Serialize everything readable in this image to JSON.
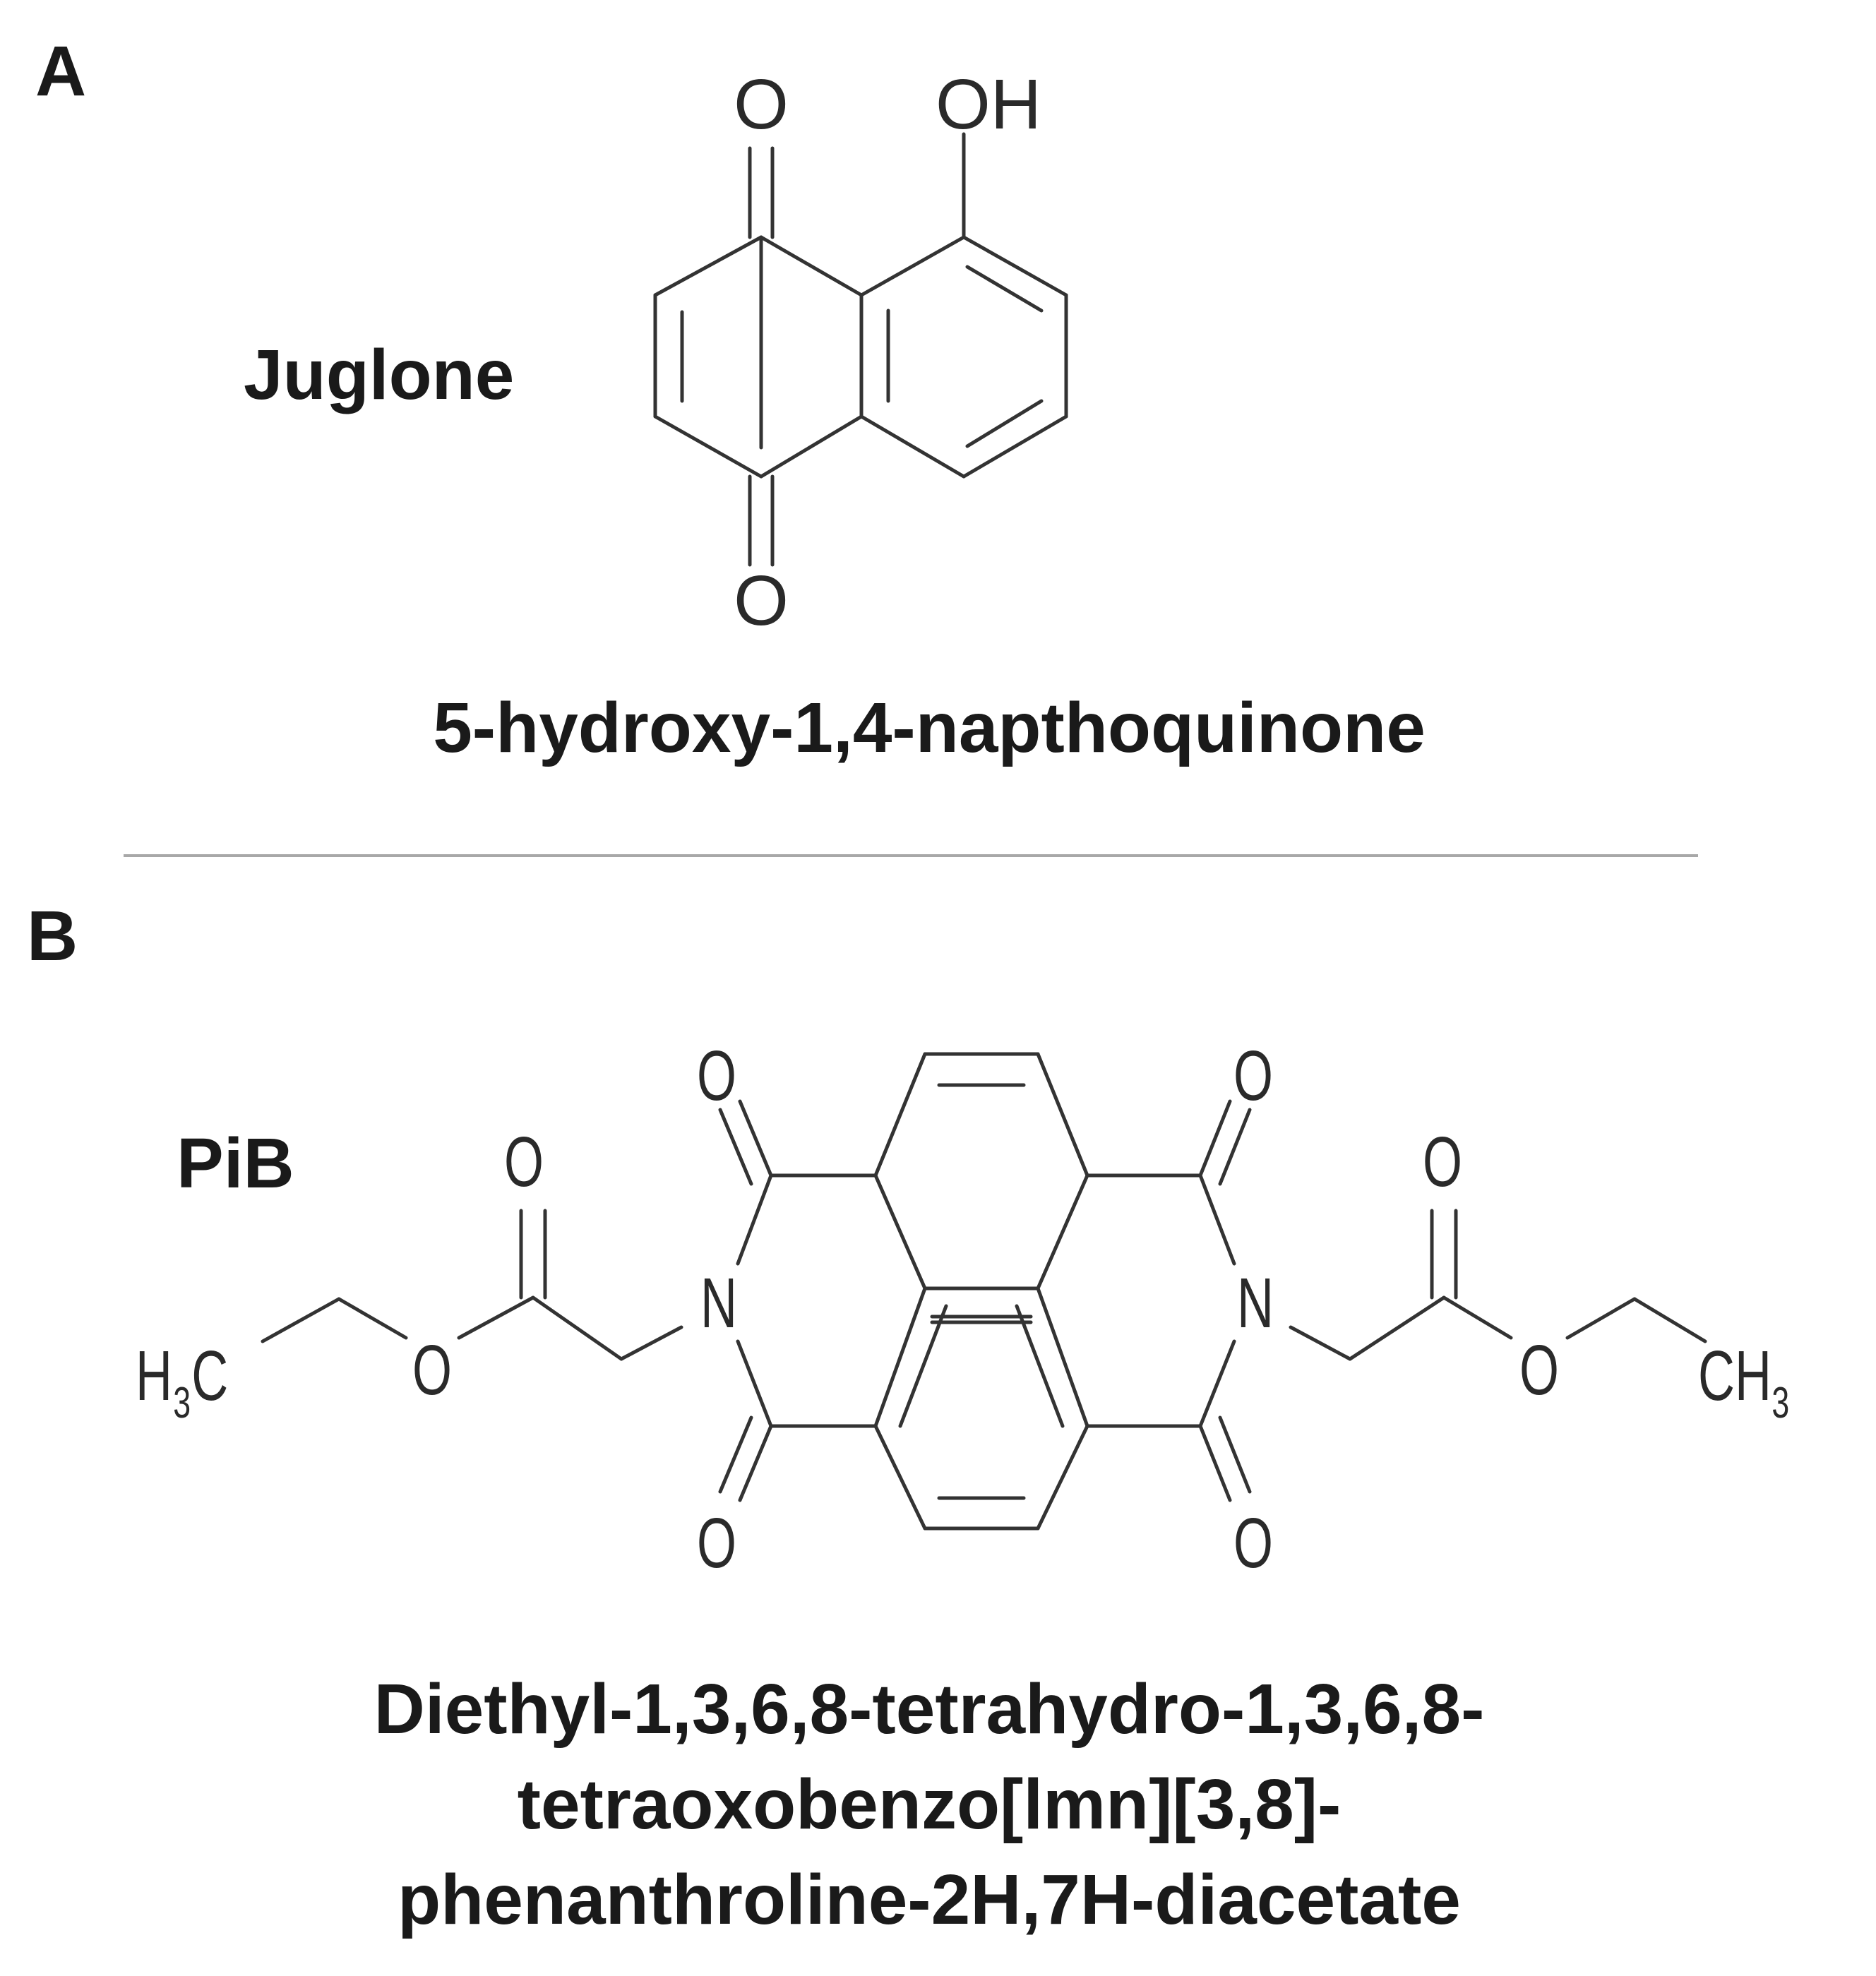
{
  "panel_a": {
    "letter": "A",
    "compound_name": "Juglone",
    "iupac_name": "5-hydroxy-1,4-napthoquinone",
    "atoms": {
      "o_top": "O",
      "oh": "OH",
      "o_bottom": "O"
    }
  },
  "panel_b": {
    "letter": "B",
    "compound_name": "PiB",
    "iupac_lines": [
      "Diethyl-1,3,6,8-tetrahydro-1,3,6,8-",
      "tetraoxobenzo[lmn][3,8]-",
      "phenanthroline-2H,7H-diacetate"
    ],
    "atoms": {
      "o": "O",
      "n": "N",
      "h3c_h": "H",
      "h3c_sub": "3",
      "h3c_c": "C",
      "ch3_ch": "CH",
      "ch3_sub": "3"
    }
  }
}
